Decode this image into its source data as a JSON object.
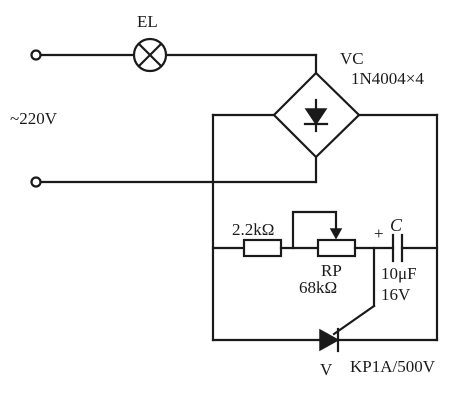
{
  "supply": {
    "voltage_label": "~220V"
  },
  "lamp": {
    "ref": "EL"
  },
  "bridge": {
    "ref": "VC",
    "part": "1N4004×4"
  },
  "resistor": {
    "value": "2.2kΩ"
  },
  "potentiometer": {
    "ref": "RP",
    "value": "68kΩ"
  },
  "capacitor": {
    "polarity": "+",
    "ref": "C",
    "value": "10μF",
    "voltage": "16V"
  },
  "thyristor": {
    "ref": "V",
    "part": "KP1A/500V"
  }
}
